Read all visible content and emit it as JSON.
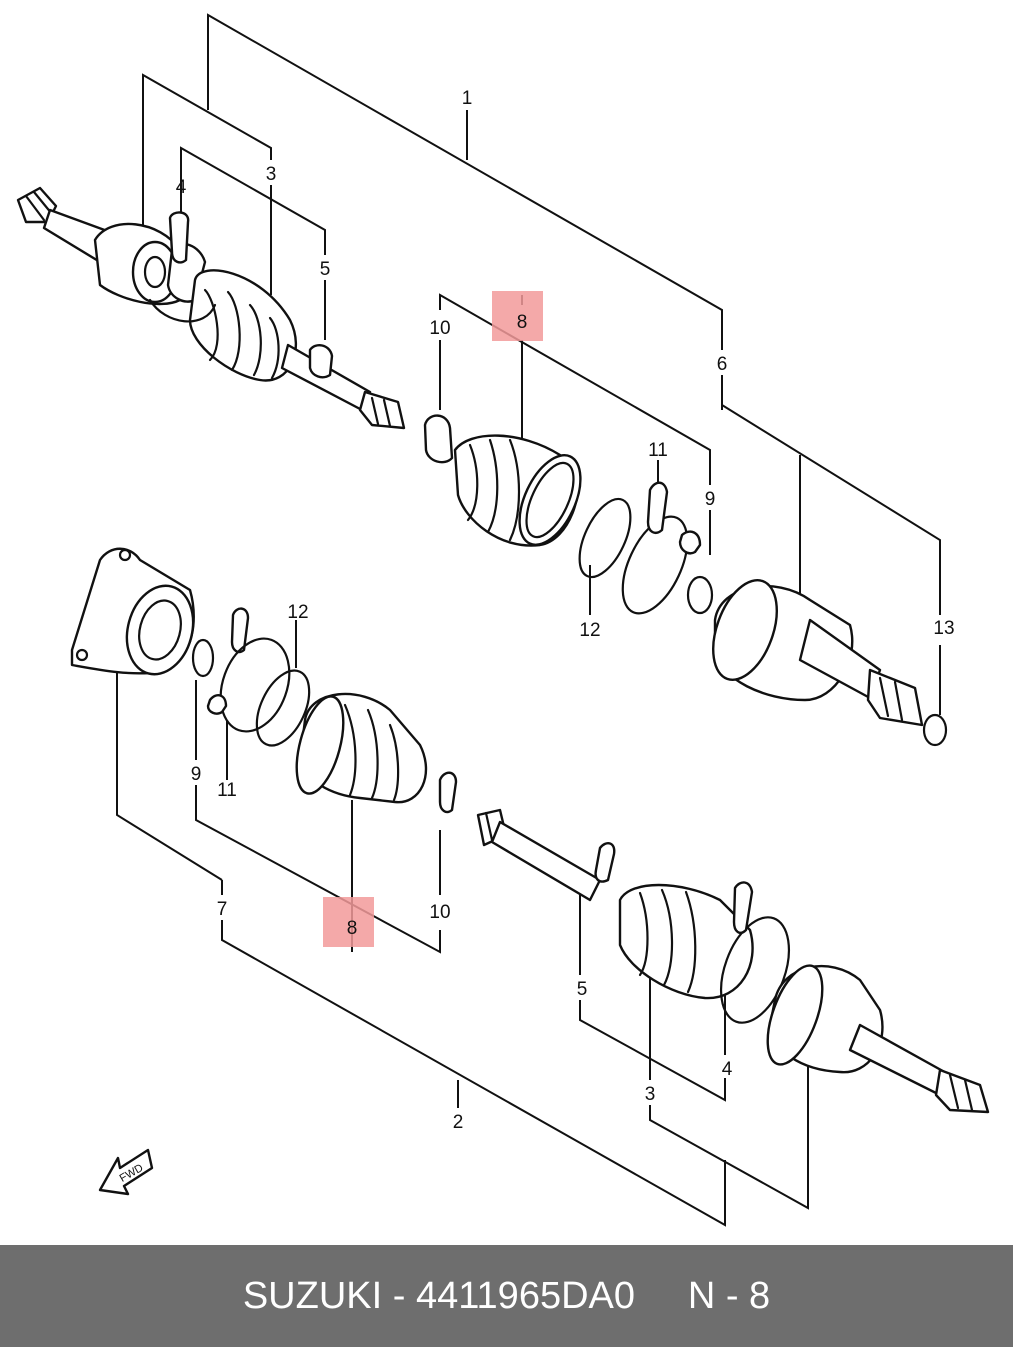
{
  "diagram": {
    "callouts": {
      "c1": "1",
      "c2": "2",
      "c3a": "3",
      "c3b": "3",
      "c4a": "4",
      "c4b": "4",
      "c5a": "5",
      "c5b": "5",
      "c6": "6",
      "c7": "7",
      "c8a": "8",
      "c8b": "8",
      "c9a": "9",
      "c9b": "9",
      "c10a": "10",
      "c10b": "10",
      "c11a": "11",
      "c11b": "11",
      "c12a": "12",
      "c12b": "12",
      "c13": "13"
    },
    "fwd_marker": "FWD",
    "highlight_color": "#f29a9a"
  },
  "footer": {
    "brand": "SUZUKI",
    "separator": " - ",
    "part_number": "4411965DA0",
    "position_label": "N - 8",
    "background": "#6e6e6e"
  }
}
